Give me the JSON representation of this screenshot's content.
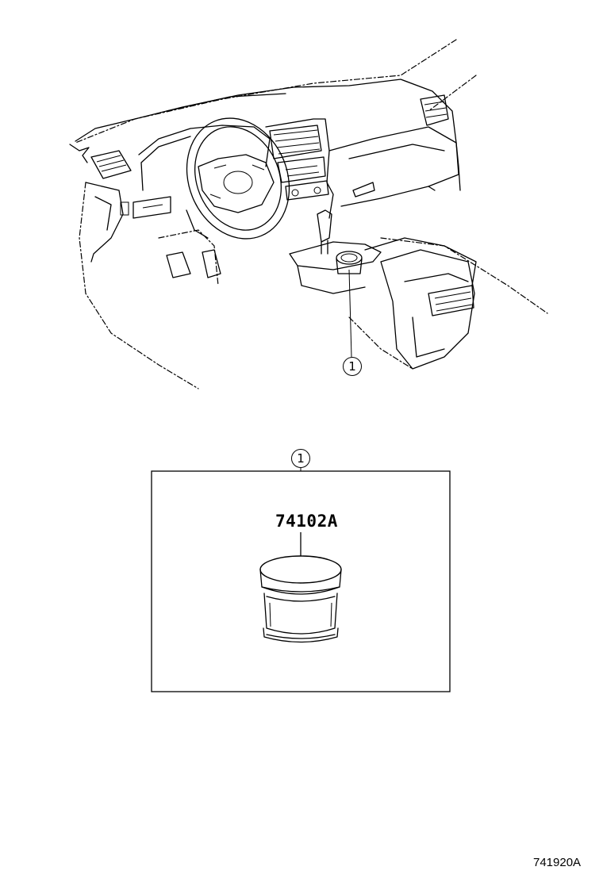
{
  "overview": {
    "callout_number": "1"
  },
  "detail": {
    "callout_number": "1",
    "part_number": "74102A"
  },
  "figure_id": "741920A"
}
